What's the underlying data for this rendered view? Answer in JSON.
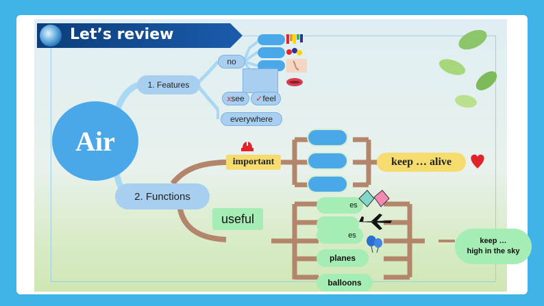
{
  "title": "Let’s review",
  "center": "Air",
  "features": {
    "label": "1. Features",
    "no": "no",
    "see_mark": "x",
    "see": "see",
    "feel_mark": "✓",
    "feel": "feel",
    "everywhere": "everywhere"
  },
  "functions": {
    "label": "2. Functions",
    "important": "important",
    "keep_alive": "keep … alive",
    "useful": "useful",
    "planes": "planes",
    "balloons": "balloons",
    "es_1": "es",
    "es_2": "es",
    "keep_high_line1": "keep …",
    "keep_high_line2": "high in the sky"
  },
  "colors": {
    "tree_branch": "#a9d8f3",
    "bracket": "#b3856a",
    "accent_blue": "#4ba8e8",
    "yellow": "#f6dc6e",
    "green": "#a6ecb5",
    "red": "#e0242a"
  },
  "icons": [
    "globe-icon",
    "paint-icon",
    "nose-icon",
    "mouth-icon",
    "alarm-icon",
    "heart-icon",
    "kite-icon",
    "plane-icon",
    "balloon-icon"
  ]
}
